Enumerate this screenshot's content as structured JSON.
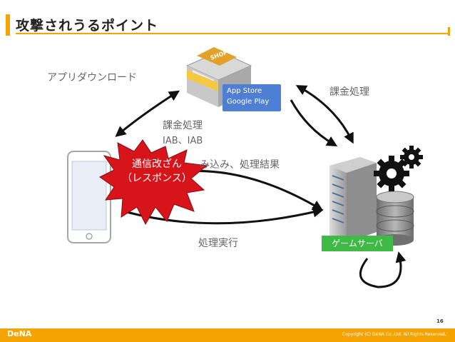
{
  "title": "攻撃されうるポイント",
  "labels": {
    "app_download": "アプリダウンロード",
    "billing_top_right": "課金処理",
    "billing_middle": "課金処理",
    "iab": "IAB、IAB",
    "receipt": "み込み、処理結果",
    "execute": "処理実行"
  },
  "store": {
    "sign": "SHOP",
    "line1": "App Store",
    "line2": "Google Play"
  },
  "game_server": "ゲームサーバ",
  "tampering": {
    "line1": "通信改ざん",
    "line2": "（レスポンス）"
  },
  "footer": {
    "logo": "DeNA",
    "copyright": "Copyright (C) DeNA Co.,Ltd. All Rights Reserved.",
    "page": "16"
  },
  "colors": {
    "accent": "#f4a300",
    "store": "#4f7fd3",
    "server_label": "#3fbb45",
    "burst": "#d8141b"
  }
}
